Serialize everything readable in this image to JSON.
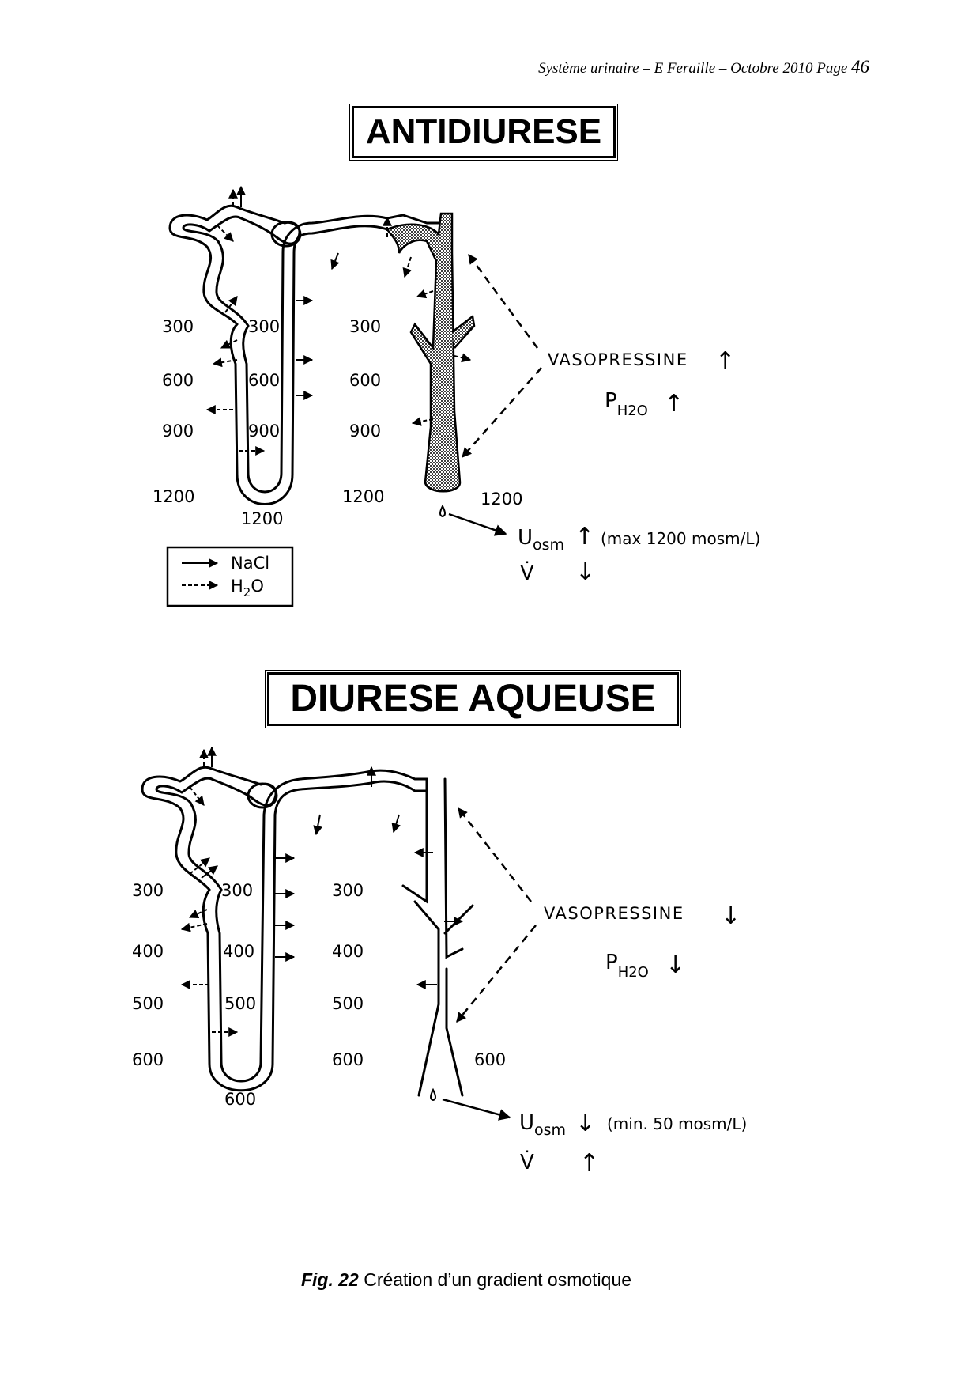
{
  "header": {
    "text": "Système urinaire – E Feraille – Octobre 2010  Page",
    "page_number": "46"
  },
  "panel_top": {
    "title": "ANTIDIURESE",
    "labels": {
      "c1_300": "300",
      "c1_600": "600",
      "c1_900": "900",
      "c1_1200": "1200",
      "c2_300": "300",
      "c2_600": "600",
      "c2_900": "900",
      "loop_bottom": "1200",
      "c3_300": "300",
      "c3_600": "600",
      "c3_900": "900",
      "c3_1200": "1200",
      "duct_bottom": "1200"
    },
    "hormone": "VASOPRESSINE",
    "hormone_arrow": "↑",
    "permeability": "P",
    "permeability_sub": "H2O",
    "permeability_arrow": "↑",
    "uosm": "U",
    "uosm_sub": "osm",
    "uosm_arrow": "↑",
    "uosm_note": "(max 1200 mosm/L)",
    "flow": "V̇",
    "flow_arrow": "↓",
    "legend": {
      "nacl": "NaCl",
      "h2o_h": "H",
      "h2o_sub": "2",
      "h2o_o": "O"
    }
  },
  "panel_bottom": {
    "title": "DIURESE AQUEUSE",
    "labels": {
      "c1_300": "300",
      "c1_400": "400",
      "c1_500": "500",
      "c1_600": "600",
      "c2_300": "300",
      "c2_400": "400",
      "c2_500": "500",
      "loop_bottom": "600",
      "c3_300": "300",
      "c3_400": "400",
      "c3_500": "500",
      "c3_600": "600",
      "duct_bottom": "600"
    },
    "hormone": "VASOPRESSINE",
    "hormone_arrow": "↓",
    "permeability": "P",
    "permeability_sub": "H2O",
    "permeability_arrow": "↓",
    "uosm": "U",
    "uosm_sub": "osm",
    "uosm_arrow": "↓",
    "uosm_note": "(min. 50 mosm/L)",
    "flow": "V̇",
    "flow_arrow": "↑"
  },
  "caption": {
    "fig_label": "Fig. 22",
    "text": " Création d’un gradient osmotique"
  }
}
